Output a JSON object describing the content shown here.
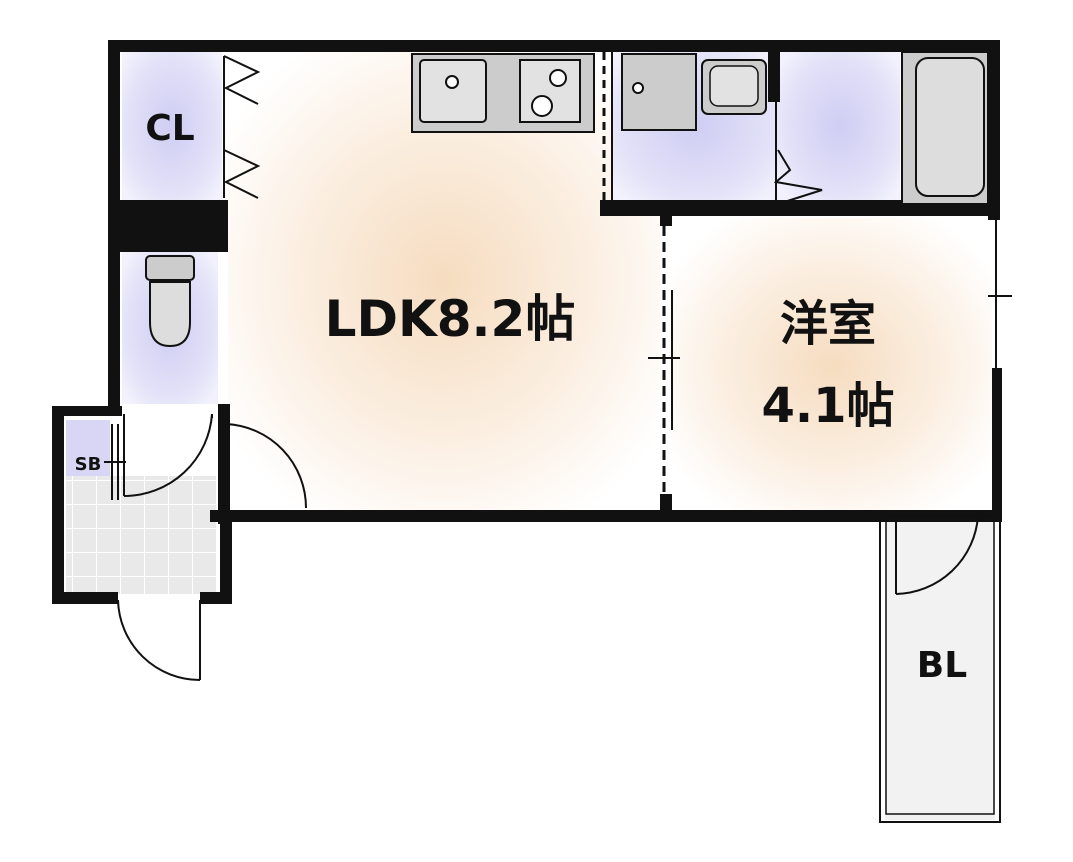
{
  "rooms": {
    "ldk": "LDK8.2帖",
    "western_name": "洋室",
    "western_size": "4.1帖",
    "closet": "CL",
    "shoe_box": "SB",
    "balcony": "BL"
  },
  "colors": {
    "wall": "#111111",
    "storage": "#d8d6f4",
    "floor_warm": "#f8e4cf",
    "fixture": "#cccccc",
    "tile": "#e8e8e8"
  },
  "icons": [
    "sink-icon",
    "stove-icon",
    "washbasin-icon",
    "washing-machine-icon",
    "bathtub-icon",
    "toilet-icon"
  ]
}
